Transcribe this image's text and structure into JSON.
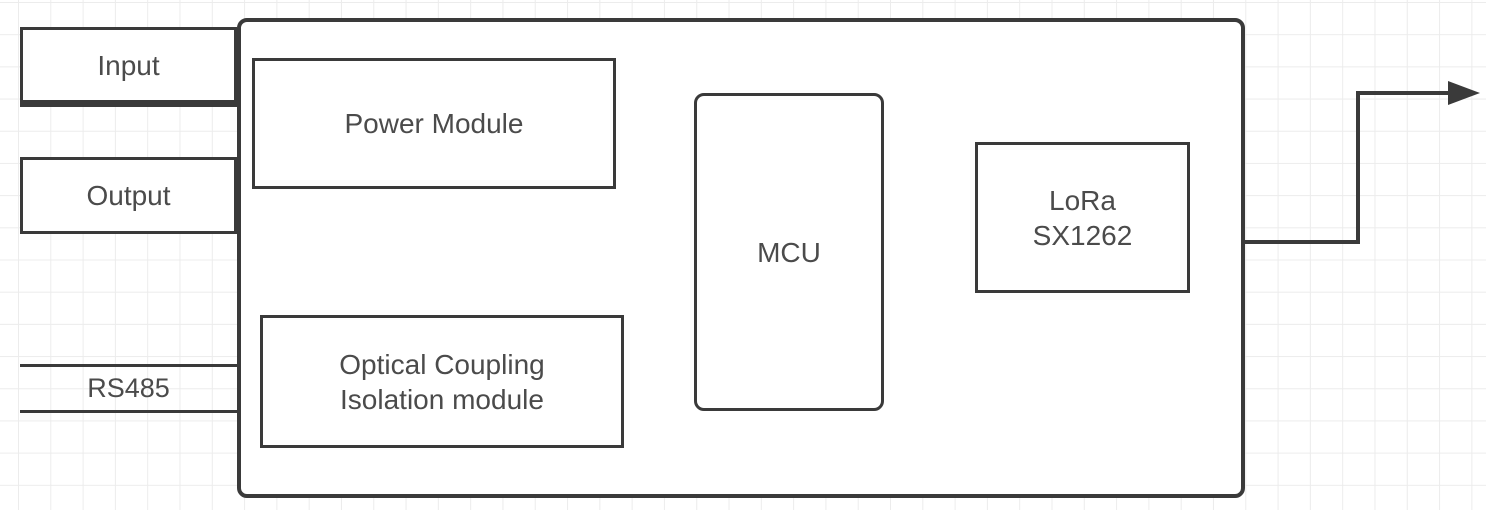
{
  "diagram": {
    "input_label": "Input",
    "output_label": "Output",
    "rs485_label": "RS485",
    "power_label": "Power Module",
    "optical_label_line1": "Optical Coupling",
    "optical_label_line2": "Isolation module",
    "mcu_label": "MCU",
    "lora_label_line1": "LoRa",
    "lora_label_line2": "SX1262",
    "colors": {
      "stroke": "#3a3a3a",
      "text": "#4b4b4b",
      "grid_line": "#ececec",
      "background": "#ffffff"
    }
  }
}
